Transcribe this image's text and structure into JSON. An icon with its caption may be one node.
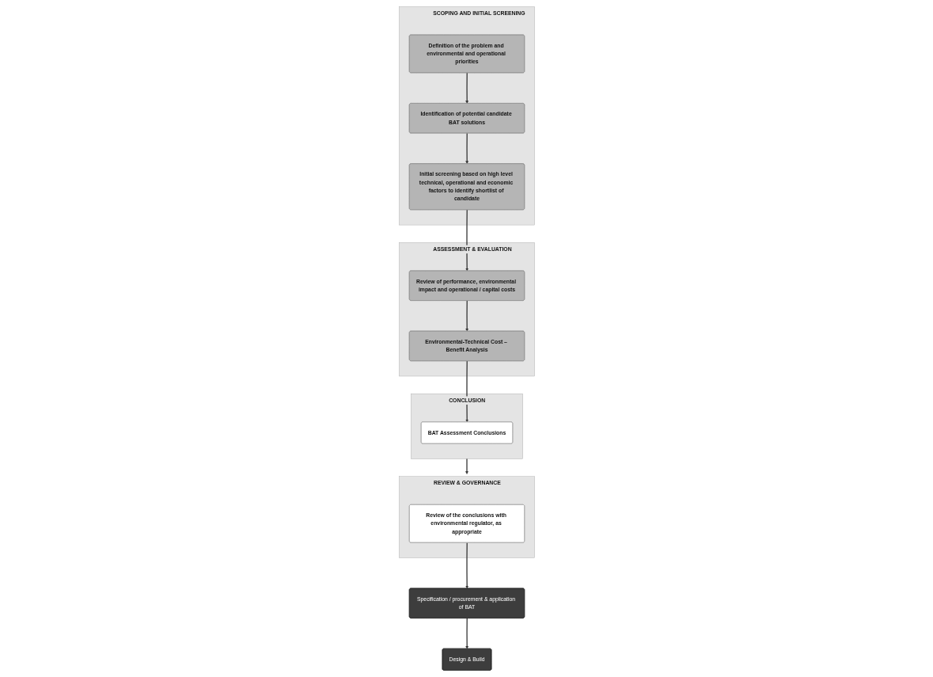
{
  "diagram": {
    "nodes": [
      {
        "text": [
          "SCOPING AND INITIAL SCREENING"
        ]
      },
      {
        "text": [
          "Definition of the problem and environmental and operational priorities"
        ],
        "in": 0
      },
      {
        "text": [
          "Identification of potential candidate BAT solutions"
        ],
        "in": 0
      },
      {
        "text": [
          "Initial screening based on high level technical, operational and economic factors to identify shortlist of candidate"
        ],
        "in": 0
      },
      {
        "text": [
          "ASSESSMENT & EVALUATION"
        ]
      },
      {
        "text": [
          "Environmental-Technical Cost – Benefit Analysis"
        ],
        "in": 4
      },
      {
        "text": [
          "Review of performance, environmental impact and operational / capital costs"
        ],
        "in": 4
      },
      {
        "text": [
          "CONCLUSION"
        ]
      },
      {
        "text": [
          "BAT Assessment Conclusions"
        ],
        "in": 7
      },
      {
        "text": [
          "REVIEW & GOVERNANCE"
        ]
      },
      {
        "text": [
          "Review of the conclusions with environmental regulator, as appropriate"
        ],
        "in": 9
      },
      {
        "text": [
          "Specification / procurement & application of BAT"
        ]
      },
      {
        "text": [
          "Design & Build"
        ]
      }
    ],
    "edges": [
      {
        "from": 1,
        "to": 2,
        "arrow": "to"
      },
      {
        "from": 2,
        "to": 3,
        "arrow": "to"
      },
      {
        "from": 3,
        "to": 6,
        "arrow": "to"
      },
      {
        "from": 6,
        "to": 5,
        "arrow": "to"
      },
      {
        "from": 5,
        "to": 8,
        "arrow": "to"
      },
      {
        "from": 7,
        "to": 9,
        "arrow": "to"
      },
      {
        "from": 10,
        "to": 11,
        "arrow": "to"
      },
      {
        "from": 11,
        "to": 12,
        "arrow": "to"
      }
    ]
  }
}
